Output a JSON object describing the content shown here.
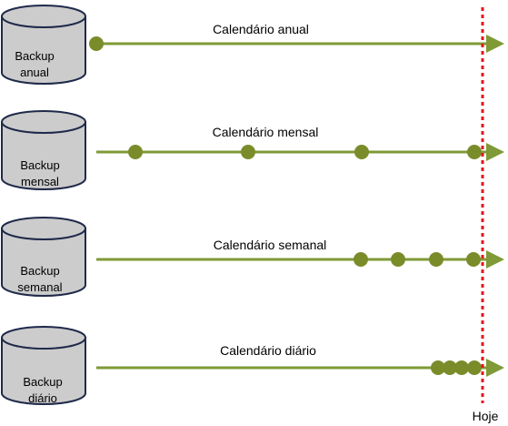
{
  "colors": {
    "cylinder_fill": "#cccccc",
    "cylinder_stroke": "#1f2a4a",
    "line": "#7f9a36",
    "dot": "#7a8c2a",
    "today_line": "#e3141b"
  },
  "today_label": "Hoje",
  "rows": [
    {
      "cylinder_line1": "Backup",
      "cylinder_line2": "anual",
      "schedule_label": "Calendário anual"
    },
    {
      "cylinder_line1": "Backup",
      "cylinder_line2": "mensal",
      "schedule_label": "Calendário mensal"
    },
    {
      "cylinder_line1": "Backup",
      "cylinder_line2": "semanal",
      "schedule_label": "Calendário semanal"
    },
    {
      "cylinder_line1": "Backup",
      "cylinder_line2": "diário",
      "schedule_label": "Calendário diário"
    }
  ]
}
